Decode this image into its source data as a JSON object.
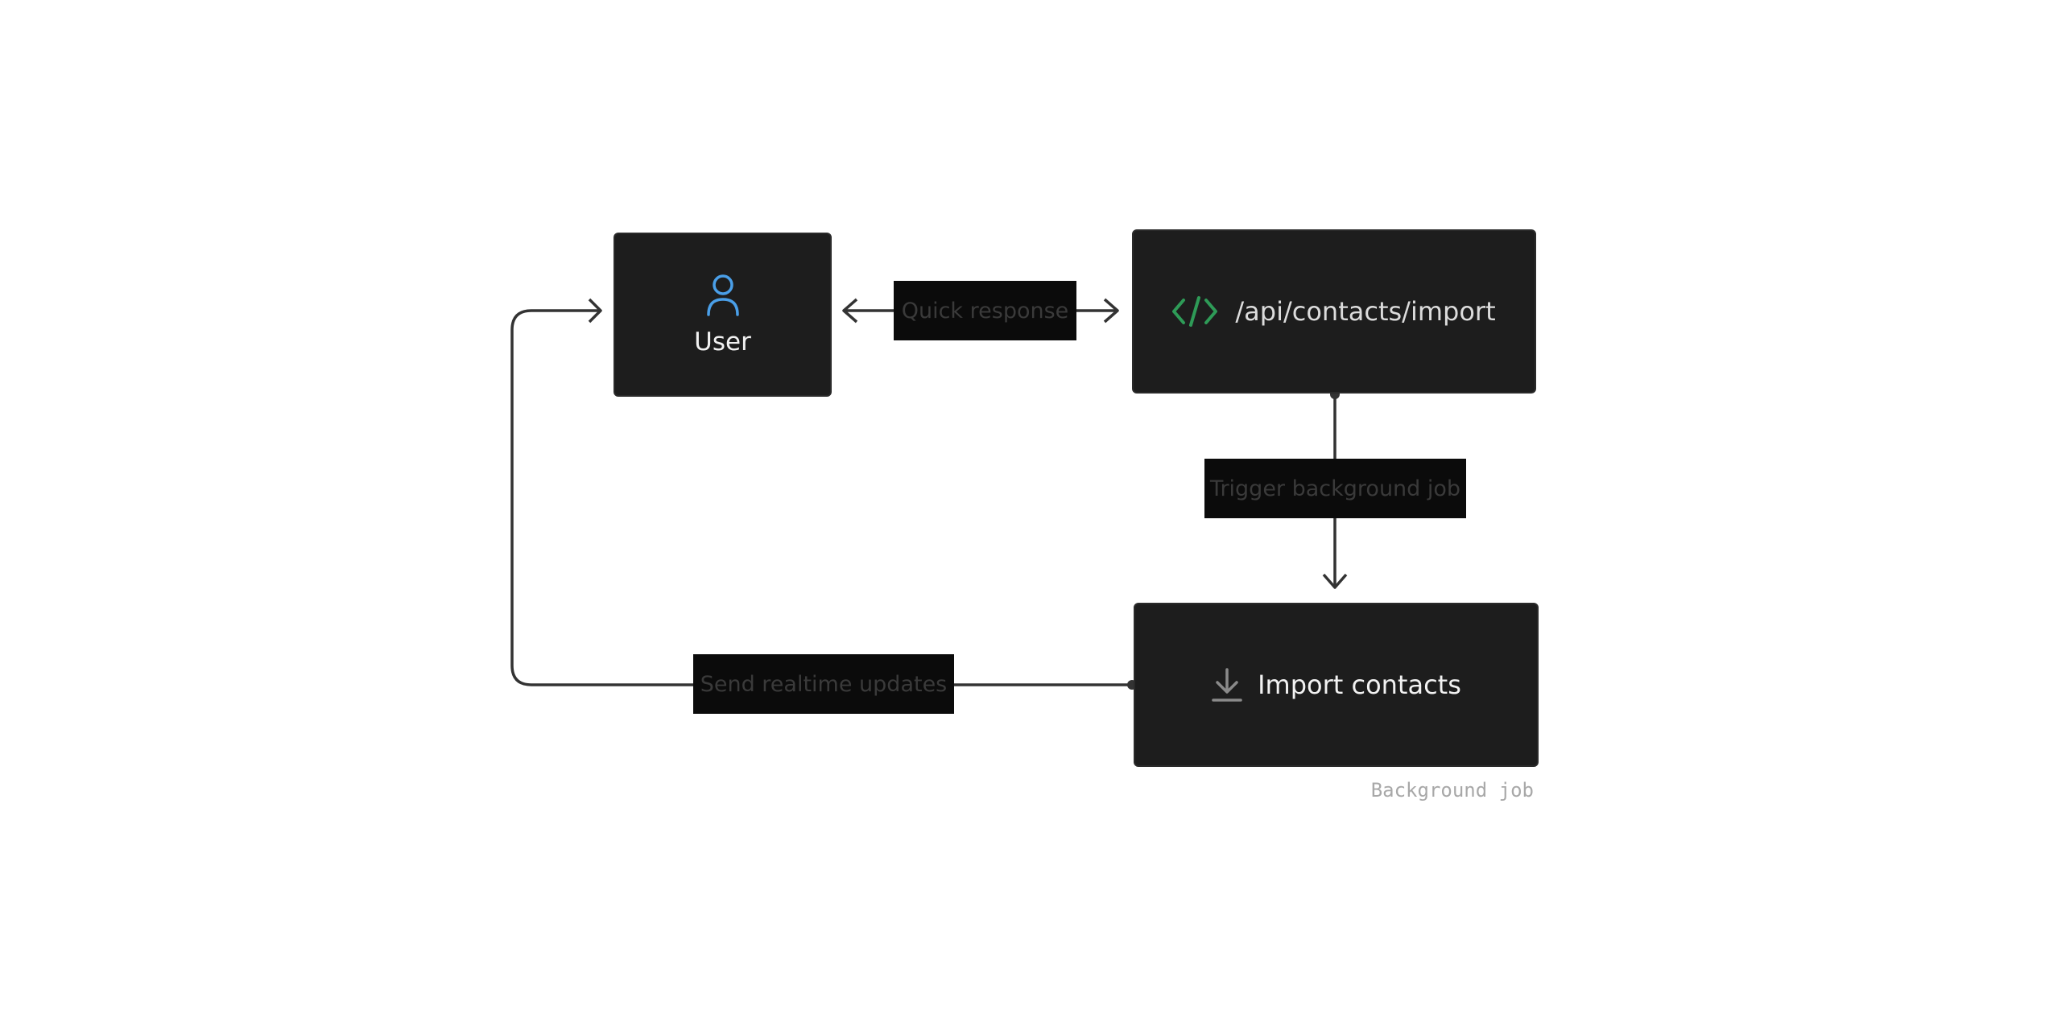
{
  "nodes": {
    "user": {
      "label": "User",
      "icon": "user-icon",
      "icon_color": "#4a9fe8"
    },
    "api": {
      "label": "/api/contacts/import",
      "icon": "code-icon",
      "icon_color": "#2e9b57"
    },
    "import": {
      "label": "Import contacts",
      "icon": "download-icon",
      "icon_color": "#8a8a8a"
    }
  },
  "edges": {
    "quick_response": "Quick response",
    "trigger_background_job": "Trigger background job",
    "send_realtime_updates": "Send realtime updates"
  },
  "caption": "Background job",
  "colors": {
    "node_background": "#1d1d1d",
    "label_background": "#0b0b0b",
    "connector": "#333333"
  }
}
